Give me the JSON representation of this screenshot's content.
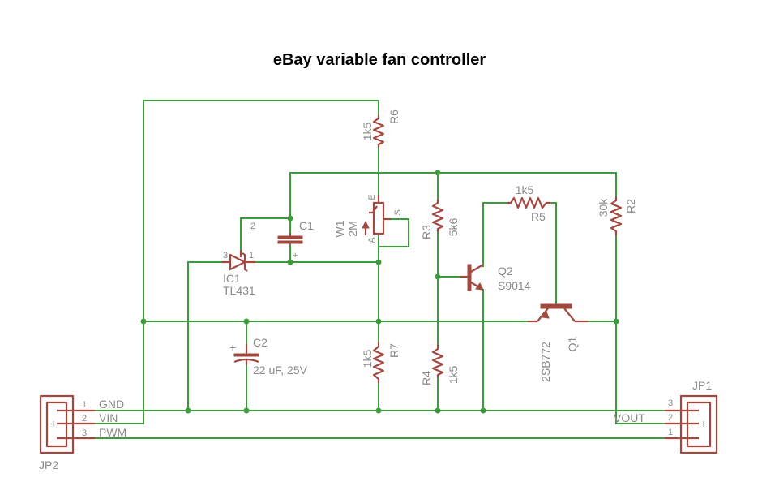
{
  "title": "eBay variable fan controller",
  "colors": {
    "wire": "#3c9c3c",
    "part": "#a2483f",
    "label": "#8a8a8a"
  },
  "components": {
    "R6": {
      "name": "R6",
      "value": "1k5"
    },
    "W1": {
      "name": "W1",
      "value": "2M",
      "pin_e": "E",
      "pin_s": "S",
      "pin_a": "A"
    },
    "C1": {
      "name": "C1",
      "plus": "+"
    },
    "IC1": {
      "name": "IC1",
      "value": "TL431",
      "pin1": "1",
      "pin2": "2",
      "pin3": "3"
    },
    "R3": {
      "name": "R3",
      "value": "5k6"
    },
    "R5": {
      "name": "R5",
      "value": "1k5"
    },
    "R2": {
      "name": "R2",
      "value": "30k"
    },
    "Q2": {
      "name": "Q2",
      "value": "S9014"
    },
    "Q1": {
      "name": "Q1",
      "value": "2SB772"
    },
    "C2": {
      "name": "C2",
      "value": "22 uF, 25V",
      "plus": "+"
    },
    "R7": {
      "name": "R7",
      "value": "1k5"
    },
    "R4": {
      "name": "R4",
      "value": "1k5"
    },
    "JP2": {
      "name": "JP2",
      "pins": [
        "1",
        "2",
        "3"
      ],
      "plus": "+"
    },
    "JP1": {
      "name": "JP1",
      "pins": [
        "3",
        "2",
        "1"
      ],
      "plus": "+"
    }
  },
  "nets": {
    "gnd": "GND",
    "vin": "VIN",
    "pwm": "PWM",
    "vout": "VOUT"
  }
}
